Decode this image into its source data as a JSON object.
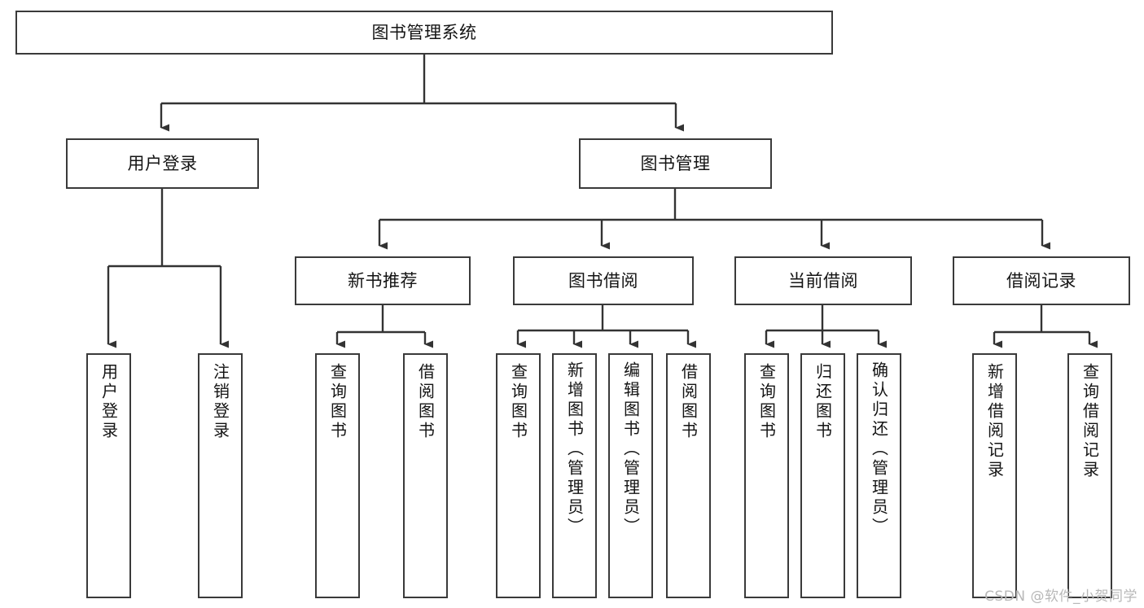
{
  "diagram": {
    "title": "图书管理系统",
    "type": "tree-hierarchy",
    "colors": {
      "box_border": "#3a3a3a",
      "connector": "#333333",
      "background": "#ffffff",
      "text": "#141414",
      "watermark": "#b8b8b8"
    }
  },
  "root": {
    "label": "图书管理系统"
  },
  "level2": [
    {
      "label": "用户登录"
    },
    {
      "label": "图书管理"
    }
  ],
  "level3": [
    {
      "label": "新书推荐"
    },
    {
      "label": "图书借阅"
    },
    {
      "label": "当前借阅"
    },
    {
      "label": "借阅记录"
    }
  ],
  "leaves": {
    "user_login": [
      {
        "label": "用户登录"
      },
      {
        "label": "注销登录"
      }
    ],
    "new_book_recommend": [
      {
        "label": "查询图书"
      },
      {
        "label": "借阅图书"
      }
    ],
    "book_borrow": [
      {
        "label": "查询图书"
      },
      {
        "label": "新增图书（管理员）"
      },
      {
        "label": "编辑图书（管理员）"
      },
      {
        "label": "借阅图书"
      }
    ],
    "current_borrow": [
      {
        "label": "查询图书"
      },
      {
        "label": "归还图书"
      },
      {
        "label": "确认归还（管理员）"
      }
    ],
    "borrow_record": [
      {
        "label": "新增借阅记录"
      },
      {
        "label": "查询借阅记录"
      }
    ]
  },
  "watermark": {
    "text": "CSDN @软件_小贺同学"
  }
}
